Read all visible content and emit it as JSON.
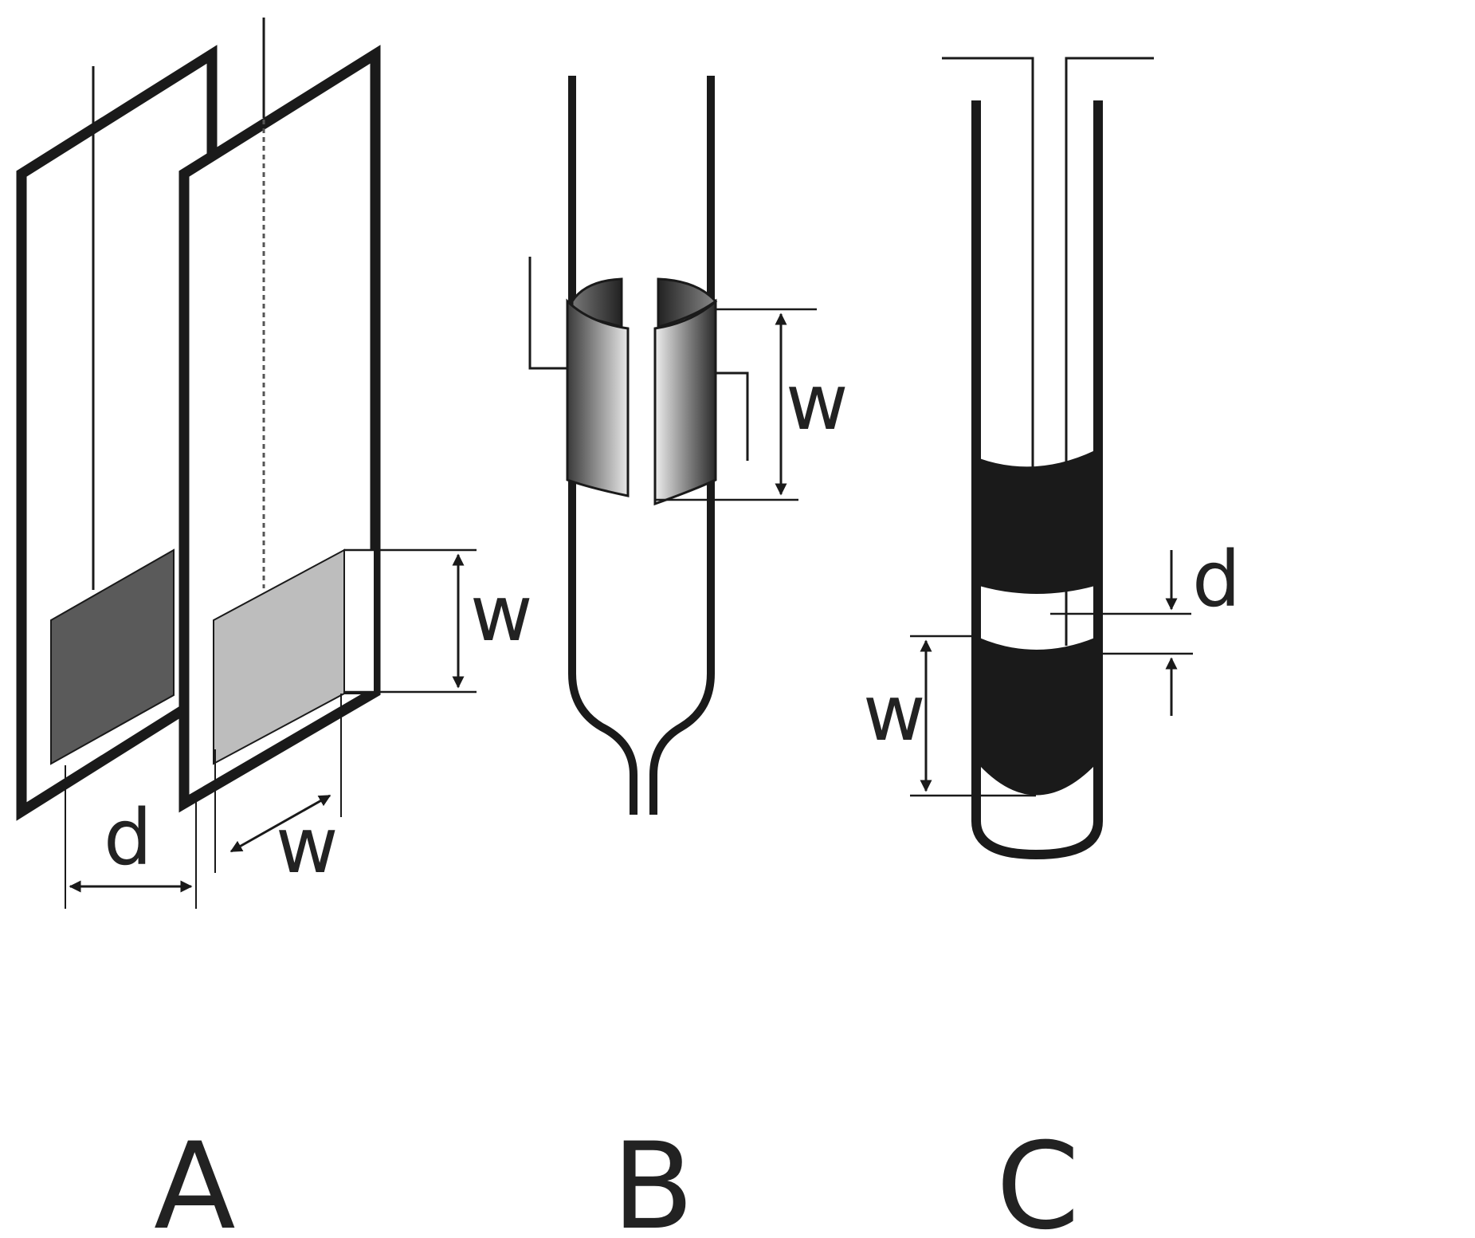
{
  "colors": {
    "stroke": "#1a1a1a",
    "dark_plate": "#5a5a5a",
    "light_plate": "#bdbdbd",
    "fill_black": "#1a1a1a",
    "background": "#ffffff"
  },
  "panel_a": {
    "label": "A",
    "d": "d",
    "w_height": "w",
    "w_depth": "w"
  },
  "panel_b": {
    "label": "B",
    "w": "w"
  },
  "panel_c": {
    "label": "C",
    "d": "d",
    "w": "w"
  }
}
